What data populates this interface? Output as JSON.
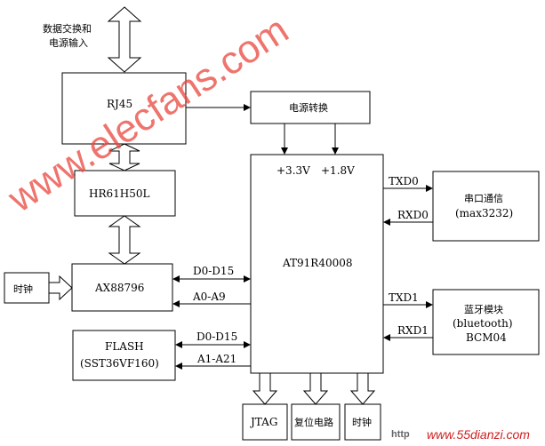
{
  "diagram": {
    "top_label_line1": "数据交换和",
    "top_label_line2": "电源输入",
    "rj45": "RJ45",
    "power_convert": "电源转换",
    "hr61h50l": "HR61H50L",
    "ax88796": "AX88796",
    "clock_left": "时钟",
    "flash_line1": "FLASH",
    "flash_line2": "(SST36VF160)",
    "cpu": "AT91R40008",
    "v33": "+3.3V",
    "v18": "+1.8V",
    "txd0": "TXD0",
    "rxd0": "RXD0",
    "txd1": "TXD1",
    "rxd1": "RXD1",
    "serial_line1": "串口通信",
    "serial_line2": "(max3232)",
    "bt_line1": "蓝牙模块",
    "bt_line2": "(bluetooth)",
    "bt_line3": "BCM04",
    "d0_d15_ax": "D0-D15",
    "a0_a9": "A0-A9",
    "d0_d15_flash": "D0-D15",
    "a1_a21": "A1-A21",
    "jtag": "JTAG",
    "reset": "复位电路",
    "clock_bottom": "时钟"
  },
  "watermark": "www.elecfans.com",
  "footer": {
    "site_left": "http",
    "site_right": "www.55dianzi.com"
  },
  "colors": {
    "watermark": "#e8463c",
    "line": "#000000"
  }
}
